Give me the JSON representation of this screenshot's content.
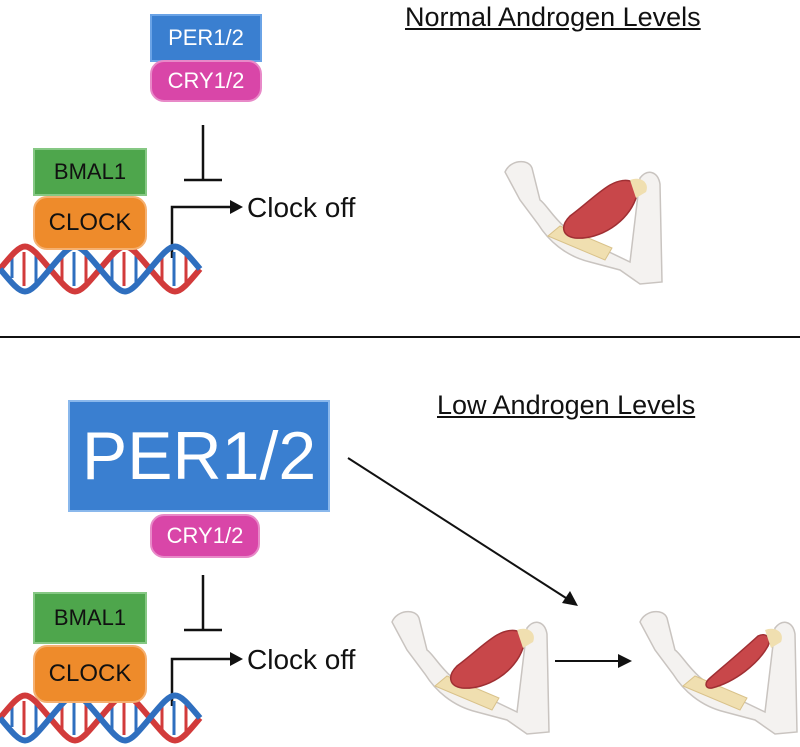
{
  "top_panel": {
    "title": "Normal Androgen Levels",
    "per_label": "PER1/2",
    "cry_label": "CRY1/2",
    "bmal_label": "BMAL1",
    "clock_label": "CLOCK",
    "output_label": "Clock off"
  },
  "bottom_panel": {
    "title": "Low Androgen Levels",
    "per_label": "PER1/2",
    "cry_label": "CRY1/2",
    "bmal_label": "BMAL1",
    "clock_label": "CLOCK",
    "output_label": "Clock off"
  },
  "colors": {
    "per": "#3a7fd0",
    "cry": "#d946a8",
    "bmal": "#4ea64c",
    "clock": "#ee8b2b",
    "muscle": "#c8474a",
    "dna_red": "#d23b3b",
    "dna_blue": "#2f6fbf"
  },
  "icons": [
    "dna-helix-icon",
    "arm-muscle-icon",
    "inhibition-icon",
    "arrow-icon"
  ]
}
